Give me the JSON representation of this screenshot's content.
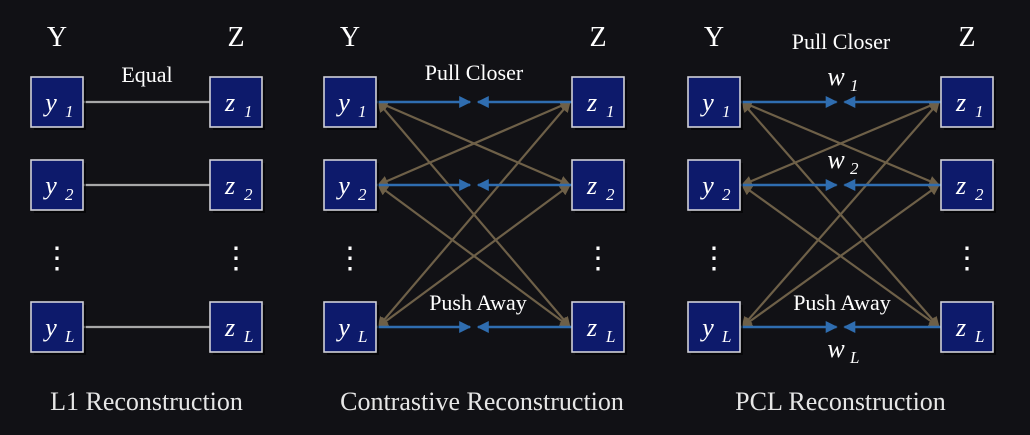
{
  "colors": {
    "background": "#111115",
    "node_fill": "#0d1a6b",
    "node_border": "#d0d0d8",
    "equal_line": "#a8a8a8",
    "pull_arrow": "#2f6db0",
    "pull_text": "#3b86d1",
    "push_arrow": "#6e6048",
    "push_text": "#8a7a62",
    "weight_text": "#3ce0f0"
  },
  "panels": [
    {
      "id": "l1",
      "left_header": "Y",
      "right_header": "Z",
      "caption": "L1 Reconstruction",
      "edge_label": "Equal",
      "left_nodes": [
        {
          "base": "y",
          "sub": "1"
        },
        {
          "base": "y",
          "sub": "2"
        },
        {
          "base": "y",
          "sub": "L"
        }
      ],
      "right_nodes": [
        {
          "base": "z",
          "sub": "1"
        },
        {
          "base": "z",
          "sub": "2"
        },
        {
          "base": "z",
          "sub": "L"
        }
      ],
      "ellipsis": "⋮"
    },
    {
      "id": "contrastive",
      "left_header": "Y",
      "right_header": "Z",
      "caption": "Contrastive Reconstruction",
      "pull_label": "Pull Closer",
      "push_label": "Push Away",
      "left_nodes": [
        {
          "base": "y",
          "sub": "1"
        },
        {
          "base": "y",
          "sub": "2"
        },
        {
          "base": "y",
          "sub": "L"
        }
      ],
      "right_nodes": [
        {
          "base": "z",
          "sub": "1"
        },
        {
          "base": "z",
          "sub": "2"
        },
        {
          "base": "z",
          "sub": "L"
        }
      ],
      "ellipsis": "⋮"
    },
    {
      "id": "pcl",
      "left_header": "Y",
      "right_header": "Z",
      "caption": "PCL Reconstruction",
      "pull_label": "Pull Closer",
      "push_label": "Push Away",
      "weights": [
        {
          "base": "w",
          "sub": "1"
        },
        {
          "base": "w",
          "sub": "2"
        },
        {
          "base": "w",
          "sub": "L"
        }
      ],
      "left_nodes": [
        {
          "base": "y",
          "sub": "1"
        },
        {
          "base": "y",
          "sub": "2"
        },
        {
          "base": "y",
          "sub": "L"
        }
      ],
      "right_nodes": [
        {
          "base": "z",
          "sub": "1"
        },
        {
          "base": "z",
          "sub": "2"
        },
        {
          "base": "z",
          "sub": "L"
        }
      ],
      "ellipsis": "⋮"
    }
  ]
}
